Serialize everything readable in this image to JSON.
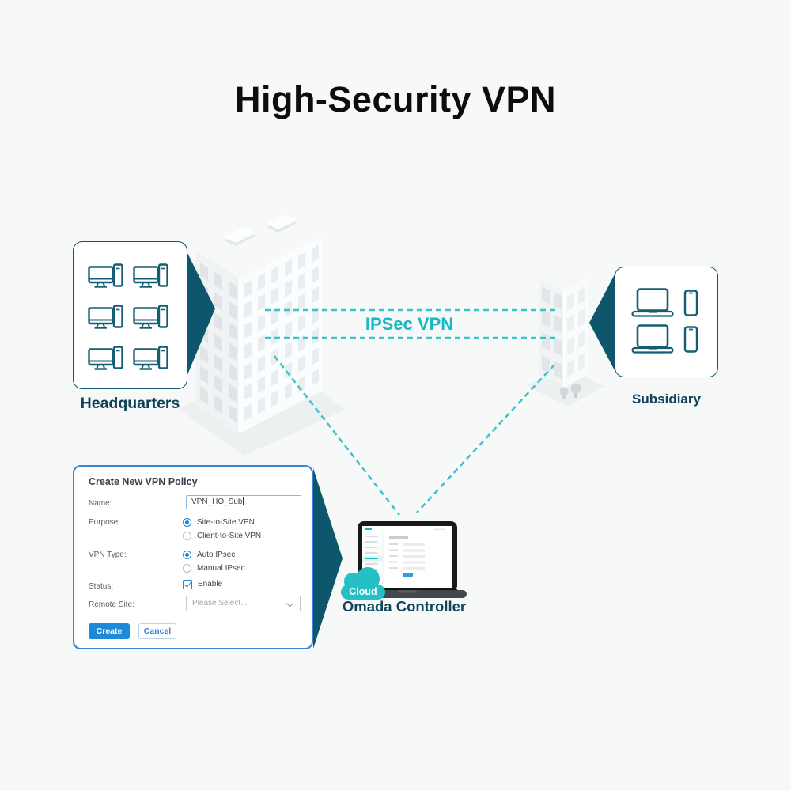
{
  "title": "High-Security VPN",
  "colors": {
    "arrow_teal": "#0e566b",
    "label_teal": "#0f4159",
    "bright_teal": "#25bfc7",
    "dashed_line": "#3bc3cc",
    "ipsec_text": "#14b9c3",
    "dialog_blue": "#1e88d9"
  },
  "headquarters": {
    "label": "Headquarters",
    "device_icon": "desktop-pc-icon",
    "device_count": 6
  },
  "subsidiary": {
    "label": "Subsidiary",
    "device_icons": [
      "laptop-icon",
      "smartphone-icon"
    ],
    "laptop_count": 2,
    "phone_count": 2
  },
  "connection": {
    "label": "IPSec VPN",
    "style": "dashed"
  },
  "controller": {
    "badge": "Cloud",
    "label": "Omada Controller"
  },
  "dialog": {
    "title": "Create New VPN Policy",
    "fields": {
      "name_label": "Name:",
      "name_value": "VPN_HQ_Sub",
      "purpose_label": "Purpose:",
      "purpose_options": [
        "Site-to-Site VPN",
        "Client-to-Site VPN"
      ],
      "purpose_selected": "Site-to-Site VPN",
      "vpn_type_label": "VPN Type:",
      "vpn_type_options": [
        "Auto IPsec",
        "Manual IPsec"
      ],
      "vpn_type_selected": "Auto IPsec",
      "status_label": "Status:",
      "status_option": "Enable",
      "status_checked": true,
      "remote_site_label": "Remote Site:",
      "remote_site_placeholder": "Please Select..."
    },
    "buttons": {
      "create": "Create",
      "cancel": "Cancel"
    }
  }
}
